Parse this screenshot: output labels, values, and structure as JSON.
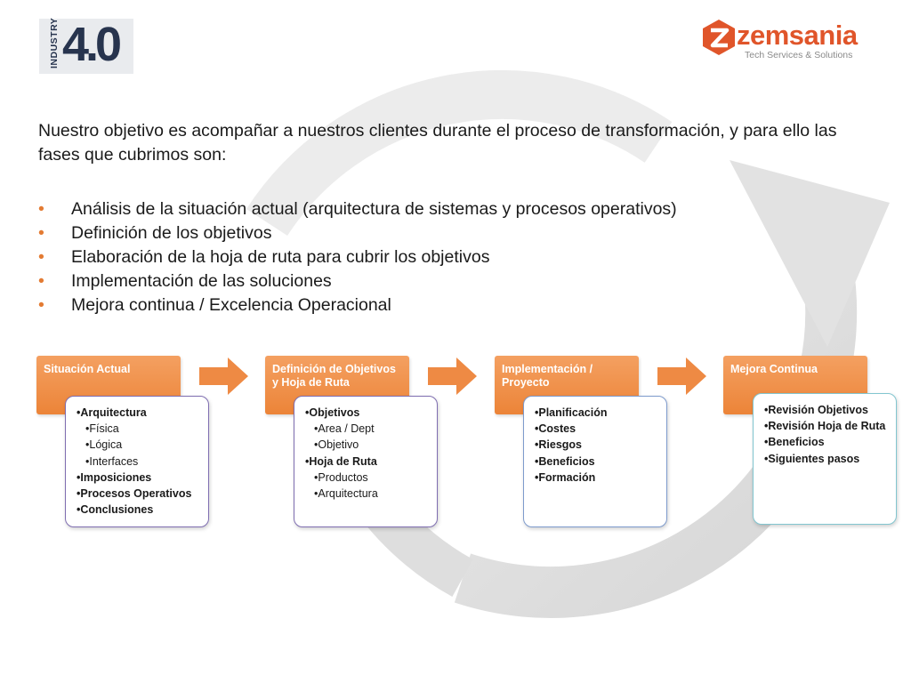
{
  "logos": {
    "industry_text": "INDUSTRY",
    "industry_number": "4.0",
    "brand_name": "zemsania",
    "brand_tagline": "Tech Services & Solutions"
  },
  "colors": {
    "accent": "#e37b33",
    "phase_fill": "#ec8438",
    "card_border_purple": "#7f6eb1",
    "card_border_blue": "#7e9bcd",
    "card_border_teal": "#82c6d0",
    "brand_orange": "#e0552a"
  },
  "intro": "Nuestro objetivo es acompañar a nuestros clientes durante el proceso de transformación, y para ello las fases que cubrimos son:",
  "bullets": [
    "Análisis de la situación actual (arquitectura de sistemas y procesos operativos)",
    "Definición de los objetivos",
    "Elaboración de la hoja de ruta para cubrir los objetivos",
    "Implementación de las soluciones",
    "Mejora continua / Excelencia Operacional"
  ],
  "phases": [
    {
      "title": "Situación Actual",
      "items": [
        {
          "text": "•Arquitectura",
          "bold": true,
          "sub": false
        },
        {
          "text": "•Física",
          "bold": false,
          "sub": true
        },
        {
          "text": "•Lógica",
          "bold": false,
          "sub": true
        },
        {
          "text": "•Interfaces",
          "bold": false,
          "sub": true
        },
        {
          "text": "•Imposiciones",
          "bold": true,
          "sub": false
        },
        {
          "text": "•Procesos Operativos",
          "bold": true,
          "sub": false
        },
        {
          "text": "•Conclusiones",
          "bold": true,
          "sub": false
        }
      ]
    },
    {
      "title": "Definición de Objetivos y Hoja de Ruta",
      "items": [
        {
          "text": "•Objetivos",
          "bold": true,
          "sub": false
        },
        {
          "text": "•Area / Dept",
          "bold": false,
          "sub": true
        },
        {
          "text": "•Objetivo",
          "bold": false,
          "sub": true
        },
        {
          "text": "•Hoja de Ruta",
          "bold": true,
          "sub": false
        },
        {
          "text": "•Productos",
          "bold": false,
          "sub": true
        },
        {
          "text": "•Arquitectura",
          "bold": false,
          "sub": true
        }
      ]
    },
    {
      "title": "Implementación / Proyecto",
      "items": [
        {
          "text": "•Planificación",
          "bold": true,
          "sub": false
        },
        {
          "text": "•Costes",
          "bold": true,
          "sub": false
        },
        {
          "text": "•Riesgos",
          "bold": true,
          "sub": false
        },
        {
          "text": "•Beneficios",
          "bold": true,
          "sub": false
        },
        {
          "text": "•Formación",
          "bold": true,
          "sub": false
        }
      ]
    },
    {
      "title": "Mejora Continua",
      "items": [
        {
          "text": "•Revisión Objetivos",
          "bold": true,
          "sub": false
        },
        {
          "text": "•Revisión Hoja de Ruta",
          "bold": true,
          "sub": false
        },
        {
          "text": "•Beneficios",
          "bold": true,
          "sub": false
        },
        {
          "text": "•Siguientes pasos",
          "bold": true,
          "sub": false
        }
      ]
    }
  ]
}
